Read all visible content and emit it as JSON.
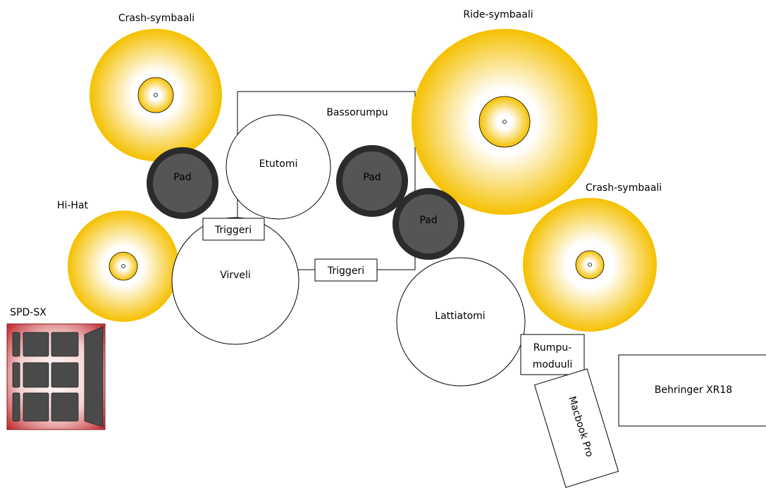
{
  "labels": {
    "crash_left": "Crash-symbaali",
    "ride": "Ride-symbaali",
    "crash_right": "Crash-symbaali",
    "hihat": "Hi-Hat",
    "bass_drum": "Bassorumpu",
    "tom_front": "Etutomi",
    "snare": "Virveli",
    "floor_tom": "Lattiatomi",
    "pad_left": "Pad",
    "pad_center": "Pad",
    "pad_right": "Pad",
    "trigger_upper": "Triggeri",
    "trigger_lower": "Triggeri",
    "drum_module_line1": "Rumpu-",
    "drum_module_line2": "moduuli",
    "laptop": "Macbook Pro",
    "mixer": "Behringer XR18",
    "sampler": "SPD-SX"
  },
  "colors": {
    "cymbal_edge": "#f5c000",
    "cymbal_center": "#ffffff",
    "pad_ring": "#2b2b2b",
    "pad_fill": "#555555",
    "sampler_red": "#c0282c",
    "sampler_pad": "#4a4a4a"
  }
}
